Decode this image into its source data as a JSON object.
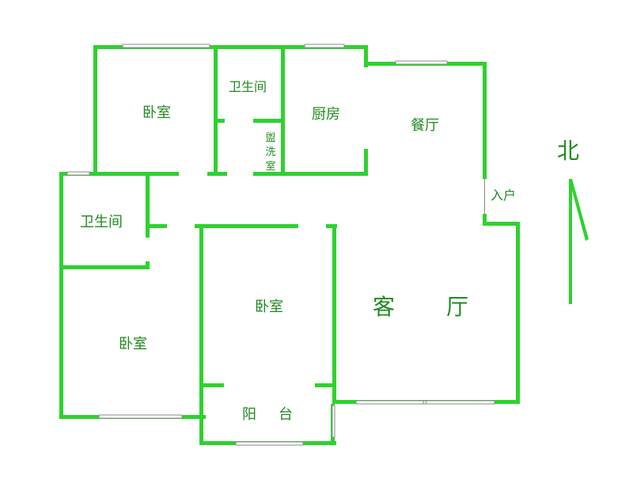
{
  "colors": {
    "wall": "#2fd12f",
    "text": "#1f8a1f",
    "window": "#8a8a8a",
    "background": "#ffffff"
  },
  "rooms": {
    "bedroom_top_left": "卧室",
    "bathroom_top": "卫生间",
    "washroom": [
      "盥",
      "洗",
      "室"
    ],
    "kitchen": "厨房",
    "dining": "餐厅",
    "entrance": "入户",
    "bathroom_left": "卫生间",
    "bedroom_bottom_left": "卧室",
    "bedroom_center": "卧室",
    "living_room": [
      "客",
      "厅"
    ],
    "balcony": [
      "阳",
      "台"
    ]
  },
  "compass": {
    "label": "北",
    "icon": "north-arrow-icon"
  }
}
